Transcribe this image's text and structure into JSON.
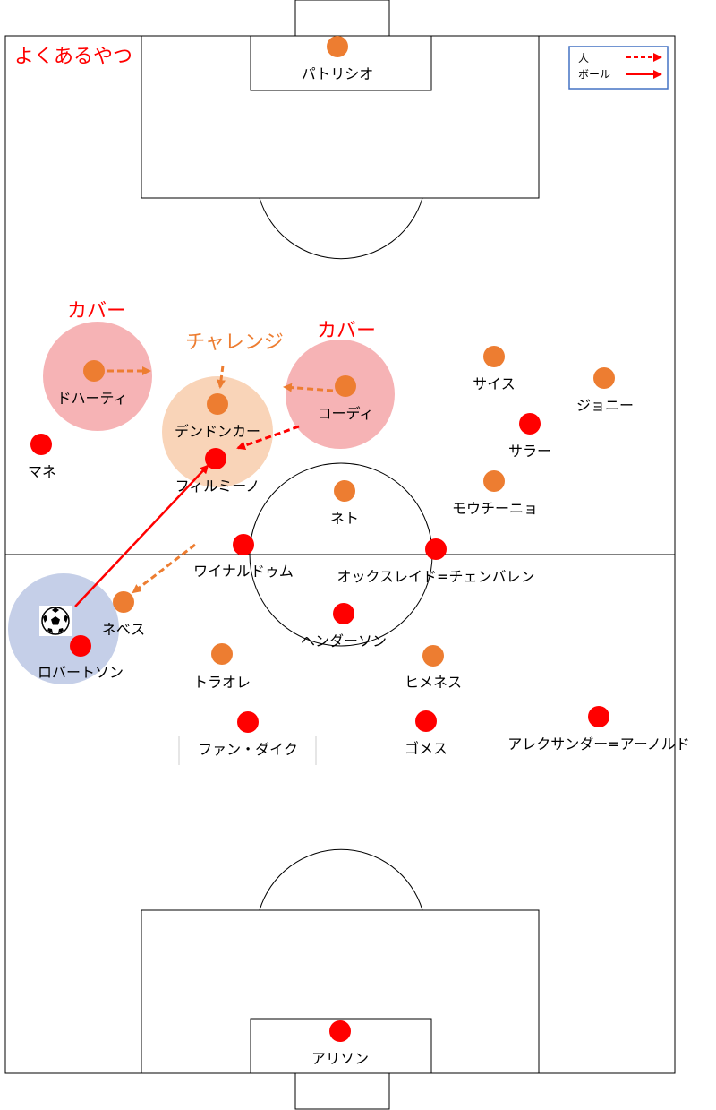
{
  "title": "よくあるやつ",
  "colors": {
    "red": "#ff0000",
    "orange": "#ed7d31",
    "cover_zone": "#f4a6a8",
    "challenge_zone": "#f8cfb0",
    "ball_zone": "#c5cfe8",
    "legend_border": "#4472c4",
    "line": "#000000"
  },
  "legend": {
    "person_label": "人",
    "ball_label": "ボール"
  },
  "zone_labels": {
    "cover_left": "カバー",
    "challenge": "チャレンジ",
    "cover_right": "カバー"
  },
  "players": {
    "orange": [
      {
        "id": "patricio",
        "name": "パトリシオ"
      },
      {
        "id": "doherty",
        "name": "ドハーティ"
      },
      {
        "id": "dendoncker",
        "name": "デンドンカー"
      },
      {
        "id": "coady",
        "name": "コーディ"
      },
      {
        "id": "saiss",
        "name": "サイス"
      },
      {
        "id": "jonny",
        "name": "ジョニー"
      },
      {
        "id": "moutinho",
        "name": "モウチーニョ"
      },
      {
        "id": "neto",
        "name": "ネト"
      },
      {
        "id": "neves",
        "name": "ネベス"
      },
      {
        "id": "traore",
        "name": "トラオレ"
      },
      {
        "id": "jimenez",
        "name": "ヒメネス"
      }
    ],
    "red": [
      {
        "id": "mane",
        "name": "マネ"
      },
      {
        "id": "salah",
        "name": "サラー"
      },
      {
        "id": "firmino",
        "name": "フィルミーノ"
      },
      {
        "id": "wijnaldum",
        "name": "ワイナルドゥム"
      },
      {
        "id": "ox",
        "name": "オックスレイド=チェンバレン"
      },
      {
        "id": "henderson",
        "name": "ヘンダーソン"
      },
      {
        "id": "robertson",
        "name": "ロバートソン"
      },
      {
        "id": "vandijk",
        "name": "ファン・ダイク"
      },
      {
        "id": "gomez",
        "name": "ゴメス"
      },
      {
        "id": "taa",
        "name": "アレクサンダー=アーノルド"
      },
      {
        "id": "alisson",
        "name": "アリソン"
      }
    ]
  }
}
